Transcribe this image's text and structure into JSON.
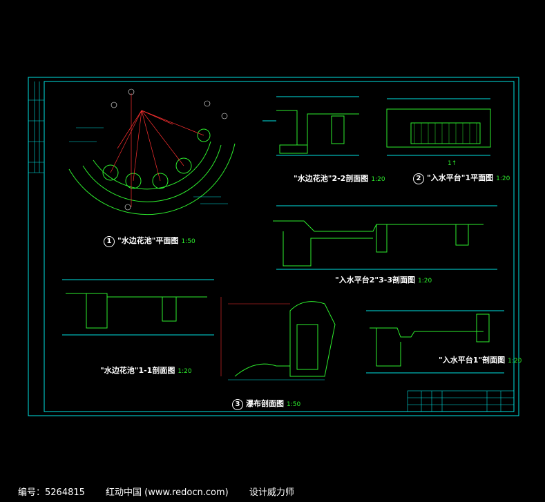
{
  "drawing": {
    "views": [
      {
        "id": "v1",
        "number": "1",
        "title": "\"水边花池\"平面图",
        "scale": "1:50"
      },
      {
        "id": "v2",
        "number": "",
        "title": "\"水边花池\"2-2剖面图",
        "scale": "1:20"
      },
      {
        "id": "v3",
        "number": "2",
        "title": "\"入水平台\"1平面图",
        "scale": "1:20"
      },
      {
        "id": "v4",
        "number": "",
        "title": "\"入水平台2\"3-3剖面图",
        "scale": "1:20"
      },
      {
        "id": "v5",
        "number": "",
        "title": "\"水边花池\"1-1剖面图",
        "scale": "1:20"
      },
      {
        "id": "v6",
        "number": "3",
        "title": "瀑布剖面图",
        "scale": "1:50"
      },
      {
        "id": "v7",
        "number": "",
        "title": "\"入水平台1\"剖面图",
        "scale": "1:20"
      }
    ],
    "small_label": "1↑"
  },
  "footer": {
    "id_text": "编号：5264815",
    "site_text": "红动中国 (www.redocn.com)",
    "author_text": "设计威力师"
  },
  "colors": {
    "background": "#000000",
    "frame": "#00e5e5",
    "linework": "#2ef02e",
    "dimension": "#ff3030",
    "text": "#ffffff"
  }
}
